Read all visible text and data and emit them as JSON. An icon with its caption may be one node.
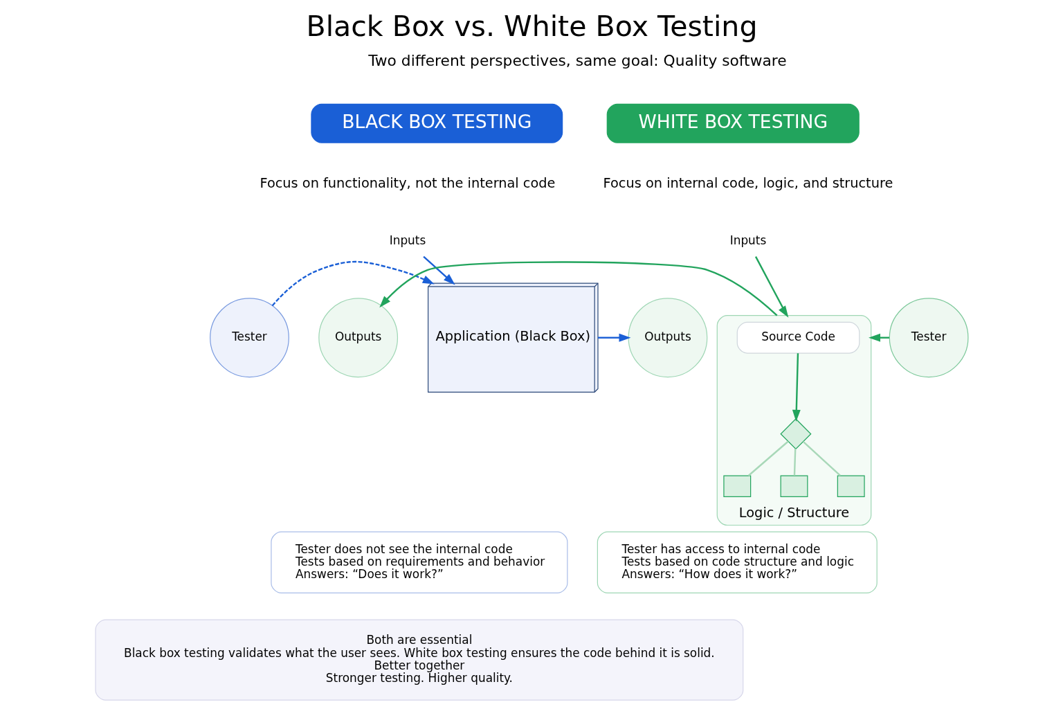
{
  "diagram": {
    "title": "Black Box vs. White Box Testing",
    "nodes": [
      {
        "text": [
          "BLACK BOX TESTING"
        ]
      },
      {
        "text": [
          "Inputs"
        ]
      },
      {
        "text": [
          "Tester"
        ]
      },
      {
        "text": [
          "Application (Black Box)"
        ]
      },
      {
        "text": [
          "Outputs"
        ]
      },
      {
        "text": [
          "Tester does not see the internal code",
          "Tests based on requirements and behavior",
          "Answers: “Does it work?”"
        ]
      },
      {
        "text": [
          "WHITE BOX TESTING"
        ]
      },
      {
        "text": [
          "Inputs"
        ]
      },
      {
        "text": [
          "Tester"
        ]
      },
      {
        "text": [
          "Logic / Structure"
        ]
      },
      {
        "text": [
          "Source Code"
        ],
        "in": 9
      },
      {
        "text": [],
        "shape": "diamond",
        "in": 9
      },
      {
        "text": [],
        "shape": "box",
        "in": 9
      },
      {
        "text": [],
        "shape": "box",
        "in": 9
      },
      {
        "text": [],
        "shape": "box",
        "in": 9
      },
      {
        "text": [
          "Outputs"
        ]
      },
      {
        "text": [
          "Tester has access to internal code",
          "Tests based on code structure and logic",
          "Answers: “How does it work?”"
        ]
      },
      {
        "text": [
          "Both are essential",
          "Black box testing validates what the user sees. White box testing ensures the code behind it is solid.",
          "Better together",
          "Stronger testing. Higher quality."
        ]
      }
    ],
    "edges": [
      {
        "from": 1,
        "to": 3,
        "arrow": "to",
        "color": "#1a5fd6"
      },
      {
        "from": 2,
        "to": 3,
        "arrow": "to",
        "style": "dashed",
        "color": "#1a5fd6"
      },
      {
        "from": 3,
        "to": 4,
        "arrow": "to",
        "color": "#1a5fd6"
      },
      {
        "from": 7,
        "to": 9,
        "arrow": "to"
      },
      {
        "from": 8,
        "to": 9,
        "arrow": "to"
      },
      {
        "from": 9,
        "to": 15,
        "arrow": "to"
      },
      {
        "from": 10,
        "to": 11,
        "arrow": "to"
      },
      {
        "from": 11,
        "to": 12,
        "arrow": "none",
        "color": "#a8d8b8"
      },
      {
        "from": 11,
        "to": 13,
        "arrow": "none",
        "color": "#a8d8b8"
      },
      {
        "from": 11,
        "to": 14,
        "arrow": "none",
        "color": "#a8d8b8"
      }
    ],
    "labels": [
      "Two different perspectives, same goal: Quality software",
      "Focus on functionality, not the internal code",
      "Focus on internal code, logic, and structure"
    ]
  }
}
